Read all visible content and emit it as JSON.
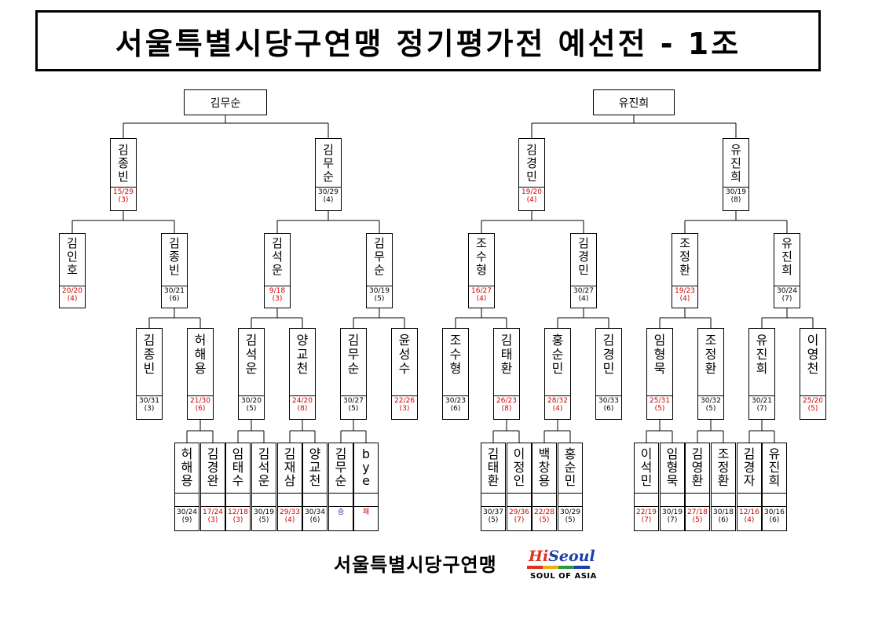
{
  "title": "서울특별시당구연맹 정기평가전 예선전 - 1조",
  "winners": {
    "left": "김무순",
    "right": "유진희"
  },
  "level1": [
    {
      "name": "김종빈",
      "score": "15/29",
      "inning": "(3)",
      "color": "red"
    },
    {
      "name": "김무순",
      "score": "30/29",
      "inning": "(4)",
      "color": "black"
    },
    {
      "name": "김경민",
      "score": "19/20",
      "inning": "(4)",
      "color": "red"
    },
    {
      "name": "유진희",
      "score": "30/19",
      "inning": "(8)",
      "color": "black"
    }
  ],
  "level2": [
    {
      "name": "김인호",
      "score": "20/20",
      "inning": "(4)",
      "color": "red"
    },
    {
      "name": "김종빈",
      "score": "30/21",
      "inning": "(6)",
      "color": "black"
    },
    {
      "name": "김석운",
      "score": "9/18",
      "inning": "(3)",
      "color": "red"
    },
    {
      "name": "김무순",
      "score": "30/19",
      "inning": "(5)",
      "color": "black"
    },
    {
      "name": "조수형",
      "score": "16/27",
      "inning": "(4)",
      "color": "red"
    },
    {
      "name": "김경민",
      "score": "30/27",
      "inning": "(4)",
      "color": "black"
    },
    {
      "name": "조정환",
      "score": "19/23",
      "inning": "(4)",
      "color": "red"
    },
    {
      "name": "유진희",
      "score": "30/24",
      "inning": "(7)",
      "color": "black"
    }
  ],
  "level3": [
    {
      "name": "김종빈",
      "score": "30/31",
      "inning": "(3)",
      "color": "black"
    },
    {
      "name": "허해용",
      "score": "21/30",
      "inning": "(6)",
      "color": "red"
    },
    {
      "name": "김석운",
      "score": "30/20",
      "inning": "(5)",
      "color": "black"
    },
    {
      "name": "양교천",
      "score": "24/20",
      "inning": "(8)",
      "color": "red"
    },
    {
      "name": "김무순",
      "score": "30/27",
      "inning": "(5)",
      "color": "black"
    },
    {
      "name": "윤성수",
      "score": "22/26",
      "inning": "(3)",
      "color": "red"
    },
    {
      "name": "조수형",
      "score": "30/23",
      "inning": "(6)",
      "color": "black"
    },
    {
      "name": "김태환",
      "score": "26/23",
      "inning": "(8)",
      "color": "red"
    },
    {
      "name": "홍순민",
      "score": "28/32",
      "inning": "(4)",
      "color": "red"
    },
    {
      "name": "김경민",
      "score": "30/33",
      "inning": "(6)",
      "color": "black"
    },
    {
      "name": "임형묵",
      "score": "25/31",
      "inning": "(5)",
      "color": "red"
    },
    {
      "name": "조정환",
      "score": "30/32",
      "inning": "(5)",
      "color": "black"
    },
    {
      "name": "유진희",
      "score": "30/21",
      "inning": "(7)",
      "color": "black"
    },
    {
      "name": "이영천",
      "score": "25/20",
      "inning": "(5)",
      "color": "red"
    }
  ],
  "level4": [
    {
      "name": "허해용",
      "score": "30/24",
      "inning": "(9)",
      "color": "black"
    },
    {
      "name": "김경완",
      "score": "17/24",
      "inning": "(3)",
      "color": "red"
    },
    {
      "name": "임태수",
      "score": "12/18",
      "inning": "(3)",
      "color": "red"
    },
    {
      "name": "김석운",
      "score": "30/19",
      "inning": "(5)",
      "color": "black"
    },
    {
      "name": "김재삼",
      "score": "29/33",
      "inning": "(4)",
      "color": "red"
    },
    {
      "name": "양교천",
      "score": "30/34",
      "inning": "(6)",
      "color": "black"
    },
    {
      "name": "김무순",
      "score": "승",
      "inning": "",
      "color": "blue"
    },
    {
      "name": "bye",
      "score": "패",
      "inning": "",
      "color": "red"
    },
    {
      "name": "김태환",
      "score": "30/37",
      "inning": "(5)",
      "color": "black"
    },
    {
      "name": "이정인",
      "score": "29/36",
      "inning": "(7)",
      "color": "red"
    },
    {
      "name": "백창용",
      "score": "22/28",
      "inning": "(5)",
      "color": "red"
    },
    {
      "name": "홍순민",
      "score": "30/29",
      "inning": "(5)",
      "color": "black"
    },
    {
      "name": "이석민",
      "score": "22/19",
      "inning": "(7)",
      "color": "red"
    },
    {
      "name": "임형묵",
      "score": "30/19",
      "inning": "(7)",
      "color": "black"
    },
    {
      "name": "김영환",
      "score": "27/18",
      "inning": "(5)",
      "color": "red"
    },
    {
      "name": "조정환",
      "score": "30/18",
      "inning": "(6)",
      "color": "black"
    },
    {
      "name": "김경자",
      "score": "12/16",
      "inning": "(4)",
      "color": "red"
    },
    {
      "name": "유진희",
      "score": "30/16",
      "inning": "(6)",
      "color": "black"
    }
  ],
  "logo": {
    "text": "서울특별시당구연맹",
    "hi": "Hi",
    "seoul": "Seoul",
    "tagline": "SOUL OF ASIA"
  }
}
